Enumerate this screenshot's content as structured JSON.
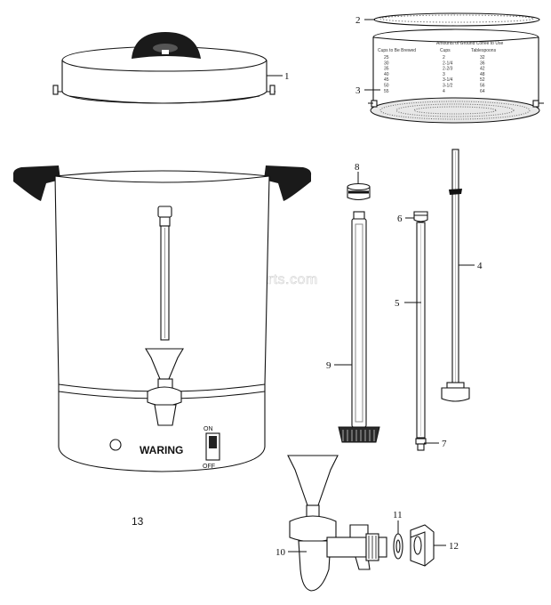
{
  "watermark": "eReplacementParts.com",
  "brand_label": "WARING",
  "switch": {
    "on_label": "ON",
    "off_label": "OFF"
  },
  "basket_table": {
    "header_main": "Amounts of Ground Coffee to Use",
    "col1": "Cups to Be Brewed",
    "col2": "Cups",
    "col3": "Tablespoons",
    "rows": [
      [
        "25",
        "2",
        "32"
      ],
      [
        "30",
        "2-1/4",
        "36"
      ],
      [
        "35",
        "2-2/3",
        "42"
      ],
      [
        "40",
        "3",
        "48"
      ],
      [
        "45",
        "3-1/4",
        "52"
      ],
      [
        "50",
        "3-1/2",
        "56"
      ],
      [
        "55",
        "4",
        "64"
      ]
    ]
  },
  "callouts": {
    "c1": "1",
    "c2": "2",
    "c3": "3",
    "c4": "4",
    "c5": "5",
    "c6": "6",
    "c7": "7",
    "c8": "8",
    "c9": "9",
    "c10": "10",
    "c11": "11",
    "c12": "12",
    "c13": "13"
  }
}
